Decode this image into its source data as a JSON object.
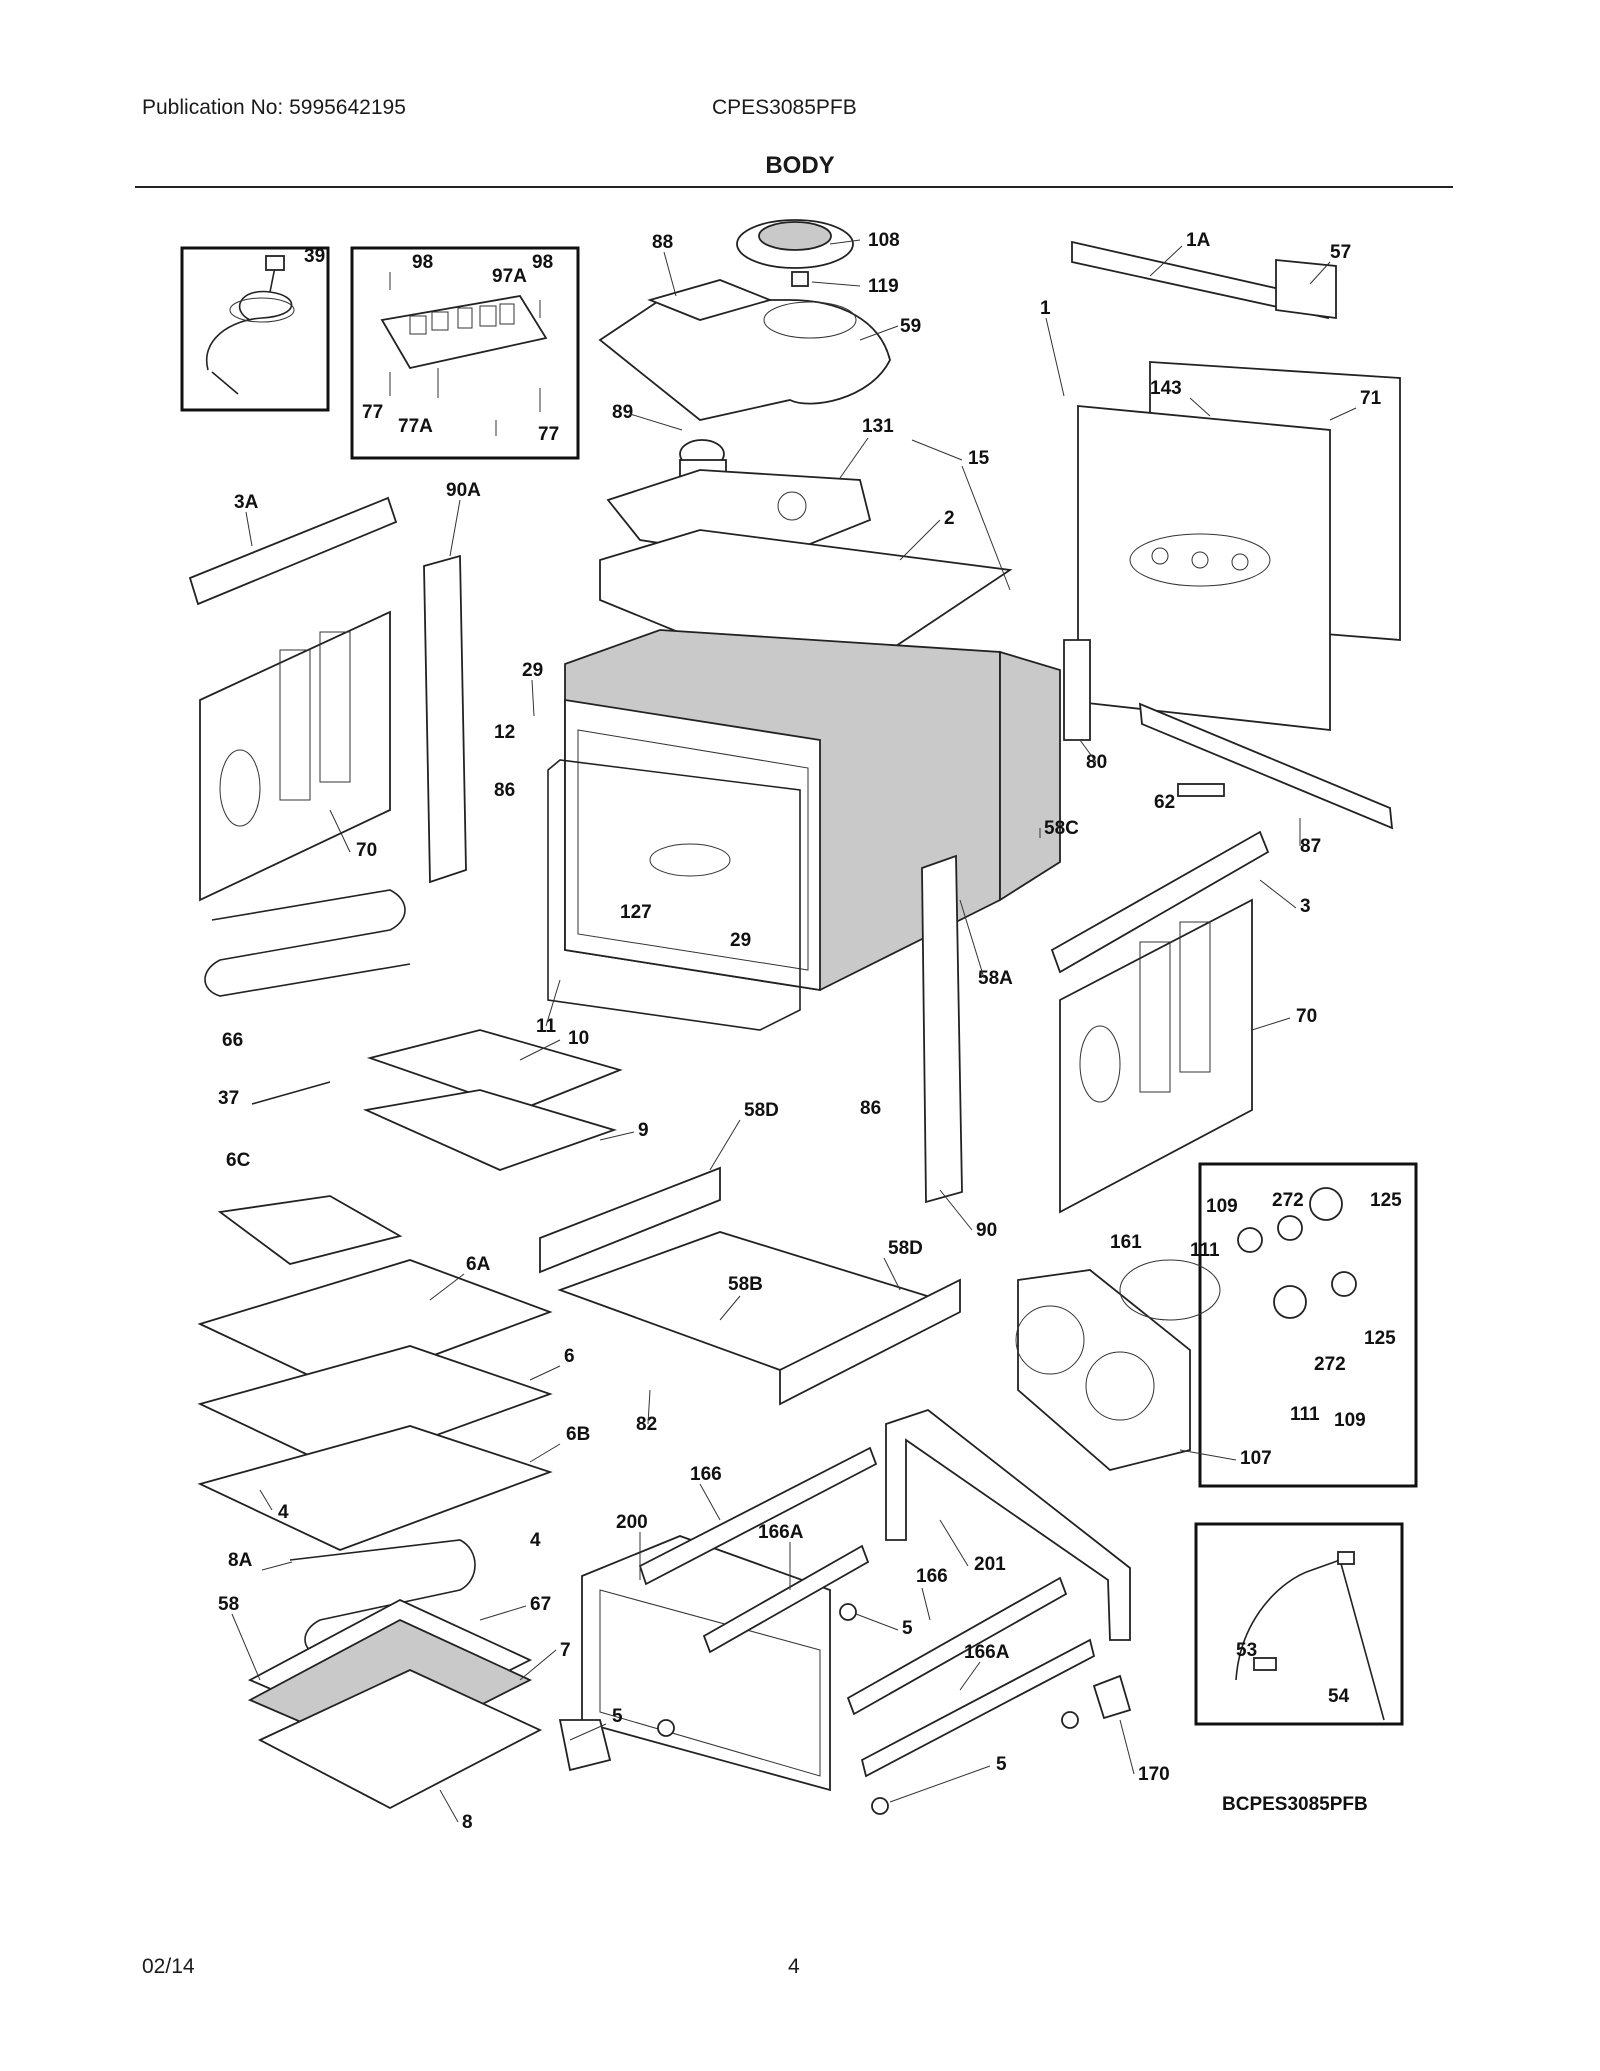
{
  "header": {
    "publication": "Publication No: 5995642195",
    "model": "CPES3085PFB",
    "section_title": "BODY"
  },
  "footer": {
    "date": "02/14",
    "page": "4"
  },
  "diagram_id": "BCPES3085PFB",
  "callouts": [
    {
      "id": "c39",
      "label": "39"
    },
    {
      "id": "c98a",
      "label": "98"
    },
    {
      "id": "c97a",
      "label": "97A"
    },
    {
      "id": "c98b",
      "label": "98"
    },
    {
      "id": "c77a",
      "label": "77"
    },
    {
      "id": "c77Aa",
      "label": "77A"
    },
    {
      "id": "c77b",
      "label": "77"
    },
    {
      "id": "c88",
      "label": "88"
    },
    {
      "id": "c108",
      "label": "108"
    },
    {
      "id": "c119",
      "label": "119"
    },
    {
      "id": "c59",
      "label": "59"
    },
    {
      "id": "c89",
      "label": "89"
    },
    {
      "id": "c131",
      "label": "131"
    },
    {
      "id": "c15",
      "label": "15"
    },
    {
      "id": "c2",
      "label": "2"
    },
    {
      "id": "c1A",
      "label": "1A"
    },
    {
      "id": "c57",
      "label": "57"
    },
    {
      "id": "c1",
      "label": "1"
    },
    {
      "id": "c143",
      "label": "143"
    },
    {
      "id": "c71",
      "label": "71"
    },
    {
      "id": "c3A",
      "label": "3A"
    },
    {
      "id": "c90A",
      "label": "90A"
    },
    {
      "id": "c29a",
      "label": "29"
    },
    {
      "id": "c12",
      "label": "12"
    },
    {
      "id": "c86a",
      "label": "86"
    },
    {
      "id": "c70a",
      "label": "70"
    },
    {
      "id": "c80",
      "label": "80"
    },
    {
      "id": "c62",
      "label": "62"
    },
    {
      "id": "c87",
      "label": "87"
    },
    {
      "id": "c58C",
      "label": "58C"
    },
    {
      "id": "c127",
      "label": "127"
    },
    {
      "id": "c29b",
      "label": "29"
    },
    {
      "id": "c3",
      "label": "3"
    },
    {
      "id": "c58A",
      "label": "58A"
    },
    {
      "id": "c11",
      "label": "11"
    },
    {
      "id": "c66",
      "label": "66"
    },
    {
      "id": "c10",
      "label": "10"
    },
    {
      "id": "c70b",
      "label": "70"
    },
    {
      "id": "c37",
      "label": "37"
    },
    {
      "id": "c86b",
      "label": "86"
    },
    {
      "id": "c58Da",
      "label": "58D"
    },
    {
      "id": "c9",
      "label": "9"
    },
    {
      "id": "c6C",
      "label": "6C"
    },
    {
      "id": "c90",
      "label": "90"
    },
    {
      "id": "c109a",
      "label": "109"
    },
    {
      "id": "c272a",
      "label": "272"
    },
    {
      "id": "c125a",
      "label": "125"
    },
    {
      "id": "c161",
      "label": "161"
    },
    {
      "id": "c111a",
      "label": "111"
    },
    {
      "id": "c58Db",
      "label": "58D"
    },
    {
      "id": "c6A",
      "label": "6A"
    },
    {
      "id": "c58B",
      "label": "58B"
    },
    {
      "id": "c125b",
      "label": "125"
    },
    {
      "id": "c272b",
      "label": "272"
    },
    {
      "id": "c6",
      "label": "6"
    },
    {
      "id": "c111b",
      "label": "111"
    },
    {
      "id": "c109b",
      "label": "109"
    },
    {
      "id": "c82",
      "label": "82"
    },
    {
      "id": "c6B",
      "label": "6B"
    },
    {
      "id": "c107",
      "label": "107"
    },
    {
      "id": "c4a",
      "label": "4"
    },
    {
      "id": "c166a",
      "label": "166"
    },
    {
      "id": "c4b",
      "label": "4"
    },
    {
      "id": "c200",
      "label": "200"
    },
    {
      "id": "c166Aa",
      "label": "166A"
    },
    {
      "id": "c201",
      "label": "201"
    },
    {
      "id": "c8A",
      "label": "8A"
    },
    {
      "id": "c166b",
      "label": "166"
    },
    {
      "id": "c58",
      "label": "58"
    },
    {
      "id": "c67",
      "label": "67"
    },
    {
      "id": "c5a",
      "label": "5"
    },
    {
      "id": "c7",
      "label": "7"
    },
    {
      "id": "c166Ab",
      "label": "166A"
    },
    {
      "id": "c53",
      "label": "53"
    },
    {
      "id": "c54",
      "label": "54"
    },
    {
      "id": "c5b",
      "label": "5"
    },
    {
      "id": "c5c",
      "label": "5"
    },
    {
      "id": "c170",
      "label": "170"
    },
    {
      "id": "c8",
      "label": "8"
    }
  ]
}
